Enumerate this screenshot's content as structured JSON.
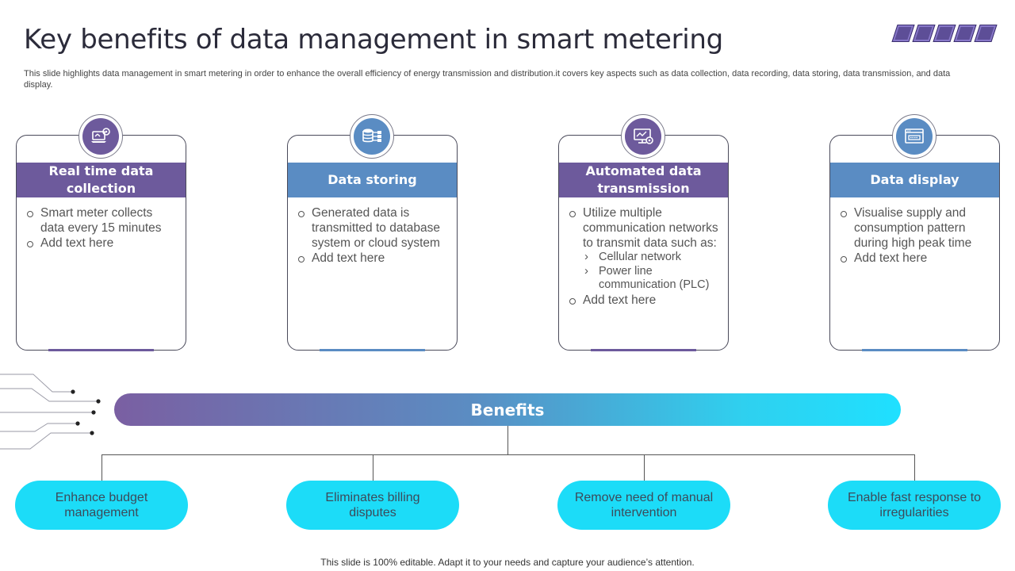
{
  "title": "Key benefits of data management in smart metering",
  "subtitle": "This slide highlights data management in smart metering in order to enhance the overall efficiency of energy transmission and distribution.it covers key aspects such as data collection, data recording, data storing, data transmission, and data display.",
  "colors": {
    "purple": "#6d5a9c",
    "blue": "#5a8cc3",
    "cyan": "#1cdcf8"
  },
  "cards": [
    {
      "header": "Real time data collection",
      "icon": "laptop-gear-icon",
      "bullets": [
        "Smart meter collects data every  15 minutes",
        "Add text here"
      ]
    },
    {
      "header": "Data storing",
      "icon": "database-network-icon",
      "bullets": [
        "Generated data is transmitted to database system or cloud system",
        "Add text here"
      ]
    },
    {
      "header": "Automated data transmission",
      "icon": "monitor-gear-icon",
      "bullets": [
        "Utilize multiple communication networks to transmit data such as:",
        "Add text here"
      ],
      "sub_bullets": [
        "Cellular network",
        "Power line communication (PLC)"
      ]
    },
    {
      "header": "Data display",
      "icon": "browser-window-icon",
      "bullets": [
        "Visualise supply and consumption pattern during high peak time",
        "Add text here"
      ]
    }
  ],
  "benefits": {
    "label": "Benefits",
    "items": [
      "Enhance budget management",
      "Eliminates billing disputes",
      "Remove need of manual intervention",
      "Enable fast response to irregularities"
    ]
  },
  "footer": "This slide is 100% editable. Adapt it to your needs and capture your audience’s attention."
}
